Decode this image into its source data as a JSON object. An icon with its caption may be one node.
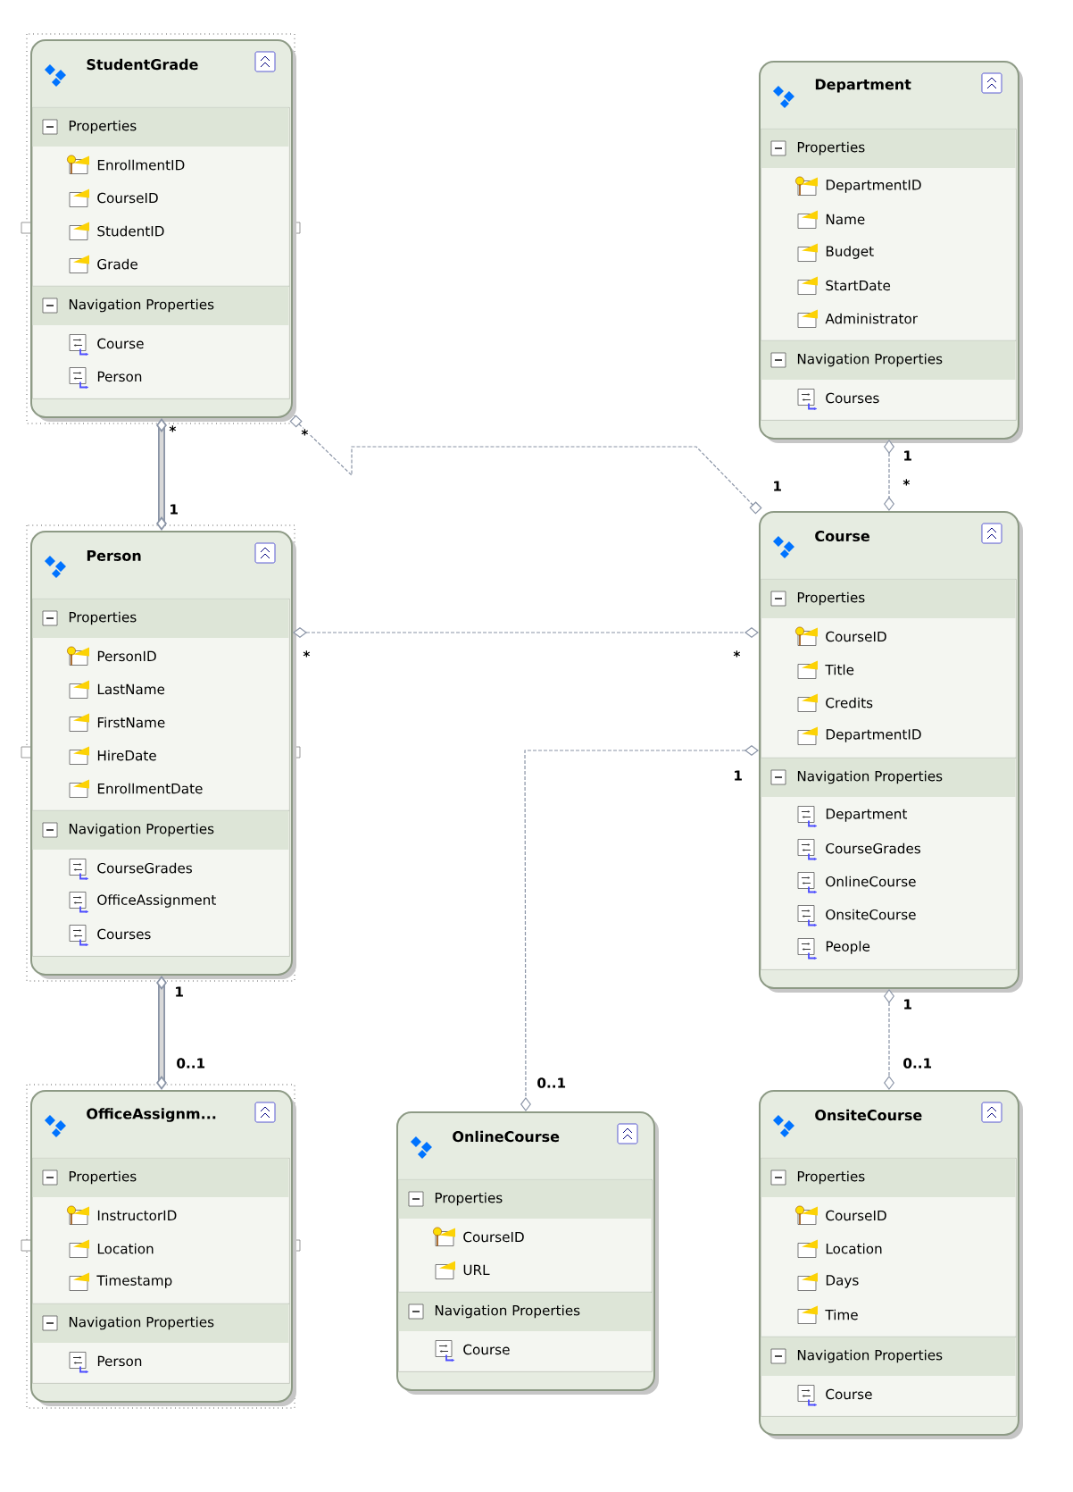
{
  "diagram": {
    "nodes": [
      {
        "text": [
          "StudentGrade"
        ]
      },
      {
        "text": [
          "Properties",
          "EnrollmentID",
          "CourseID",
          "StudentID",
          "Grade"
        ],
        "in": 0
      },
      {
        "text": [
          "Navigation Properties",
          "Course",
          "Person"
        ],
        "in": 0
      },
      {
        "text": [
          "Department"
        ]
      },
      {
        "text": [
          "Properties",
          "DepartmentID",
          "Name",
          "Budget",
          "StartDate",
          "Administrator"
        ],
        "in": 3
      },
      {
        "text": [
          "Navigation Properties",
          "Courses"
        ],
        "in": 3
      },
      {
        "text": [
          "Person"
        ]
      },
      {
        "text": [
          "Properties",
          "PersonID",
          "LastName",
          "FirstName",
          "HireDate",
          "EnrollmentDate"
        ],
        "in": 6
      },
      {
        "text": [
          "Navigation Properties",
          "CourseGrades",
          "OfficeAssignment",
          "Courses"
        ],
        "in": 6
      },
      {
        "text": [
          "Course"
        ]
      },
      {
        "text": [
          "Properties",
          "CourseID",
          "Title",
          "Credits",
          "DepartmentID"
        ],
        "in": 9
      },
      {
        "text": [
          "Navigation Properties",
          "Department",
          "CourseGrades",
          "OnlineCourse",
          "OnsiteCourse",
          "People"
        ],
        "in": 9
      },
      {
        "text": [
          "OfficeAssignm..."
        ]
      },
      {
        "text": [
          "Properties",
          "InstructorID",
          "Location",
          "Timestamp"
        ],
        "in": 12
      },
      {
        "text": [
          "Navigation Properties",
          "Person"
        ],
        "in": 12
      },
      {
        "text": [
          "OnlineCourse"
        ]
      },
      {
        "text": [
          "Properties",
          "CourseID",
          "URL"
        ],
        "in": 15
      },
      {
        "text": [
          "Navigation Properties",
          "Course"
        ],
        "in": 15
      },
      {
        "text": [
          "OnsiteCourse"
        ]
      },
      {
        "text": [
          "Properties",
          "CourseID",
          "Location",
          "Days",
          "Time"
        ],
        "in": 18
      },
      {
        "text": [
          "Navigation Properties",
          "Course"
        ],
        "in": 18
      }
    ],
    "edges": [
      {
        "from": 0,
        "to": 6,
        "arrow": "other",
        "style": "thick"
      },
      {
        "from": 0,
        "to": 9,
        "arrow": "other",
        "style": "dashed"
      },
      {
        "from": 6,
        "to": 9,
        "arrow": "other",
        "style": "dashed"
      },
      {
        "from": 3,
        "to": 9,
        "arrow": "other",
        "style": "dashed"
      },
      {
        "from": 9,
        "to": 15,
        "arrow": "other",
        "style": "dashed"
      },
      {
        "from": 6,
        "to": 12,
        "arrow": "other",
        "style": "thick"
      },
      {
        "from": 9,
        "to": 18,
        "arrow": "other",
        "style": "dashed"
      }
    ],
    "labels": [
      "*",
      "*",
      "1",
      "*",
      "1",
      "1",
      "*",
      "*",
      "1",
      "1",
      "1",
      "0..1",
      "0..1",
      "0..1"
    ]
  }
}
